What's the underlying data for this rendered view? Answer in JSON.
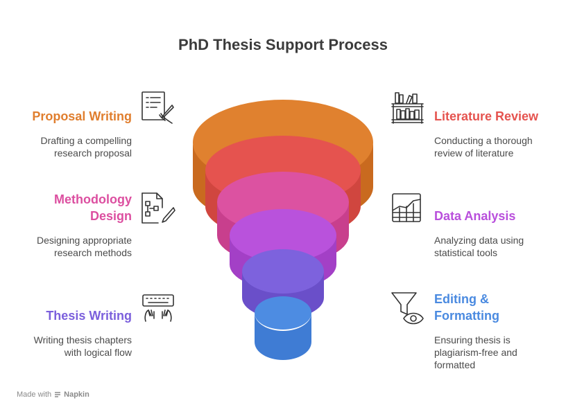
{
  "title": "PhD Thesis Support Process",
  "steps": [
    {
      "heading": "Proposal Writing",
      "desc": [
        "Drafting a compelling",
        "research proposal"
      ],
      "color": "#e07e2e",
      "icon": "document-pen-icon"
    },
    {
      "heading": "Literature Review",
      "desc": [
        "Conducting a thorough",
        "review of literature"
      ],
      "color": "#e5534f",
      "icon": "bookshelf-icon"
    },
    {
      "heading": [
        "Methodology",
        "Design"
      ],
      "desc": [
        "Designing appropriate",
        "research methods"
      ],
      "color": "#dc4fa0",
      "icon": "flowchart-pen-icon"
    },
    {
      "heading": "Data Analysis",
      "desc": [
        "Analyzing data using",
        "statistical tools"
      ],
      "color": "#b94fdc",
      "icon": "grid-chart-icon"
    },
    {
      "heading": "Thesis Writing",
      "desc": [
        "Writing thesis chapters",
        "with logical flow"
      ],
      "color": "#7b5fdc",
      "icon": "typing-keyboard-icon"
    },
    {
      "heading": [
        "Editing &",
        "Formatting"
      ],
      "desc": [
        "Ensuring thesis is",
        "plagiarism-free and",
        "formatted"
      ],
      "color": "#4a8ae0",
      "icon": "filter-eye-icon"
    }
  ],
  "brand": {
    "prefix": "Made with",
    "name": "Napkin"
  }
}
